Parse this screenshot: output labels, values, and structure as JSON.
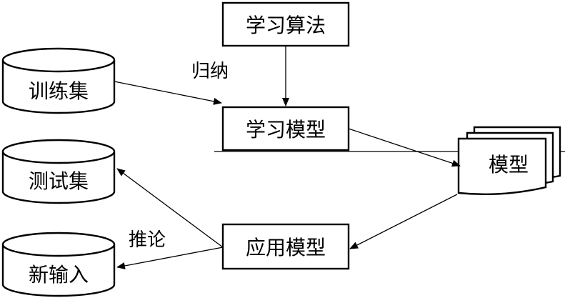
{
  "nodes": {
    "learning_algorithm": "学习算法",
    "training_set": "训练集",
    "learning_model": "学习模型",
    "model": "模型",
    "test_set": "测试集",
    "apply_model": "应用模型",
    "new_input": "新输入"
  },
  "edges": {
    "induction": "归纳",
    "inference": "推论"
  }
}
